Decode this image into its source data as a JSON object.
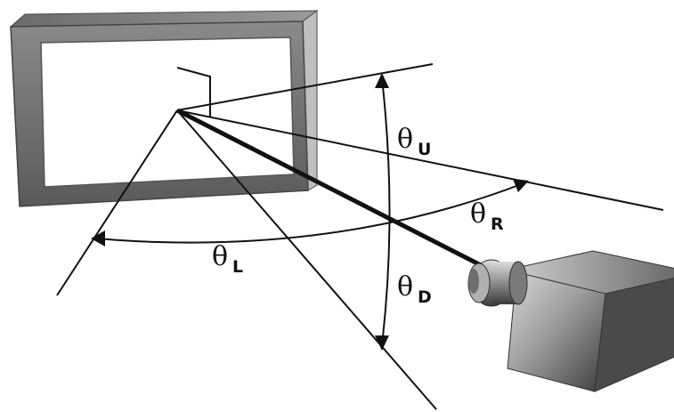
{
  "labels": {
    "theta_up": {
      "symbol": "θ",
      "sub": "U"
    },
    "theta_right": {
      "symbol": "θ",
      "sub": "R"
    },
    "theta_left": {
      "symbol": "θ",
      "sub": "L"
    },
    "theta_down": {
      "symbol": "θ",
      "sub": "D"
    }
  },
  "colors": {
    "line": "#111111",
    "frame_dark": "#5c5c5c",
    "frame_light": "#a9a9a9",
    "camera_dark": "#3a3a3a",
    "camera_light": "#c8c8c8"
  }
}
